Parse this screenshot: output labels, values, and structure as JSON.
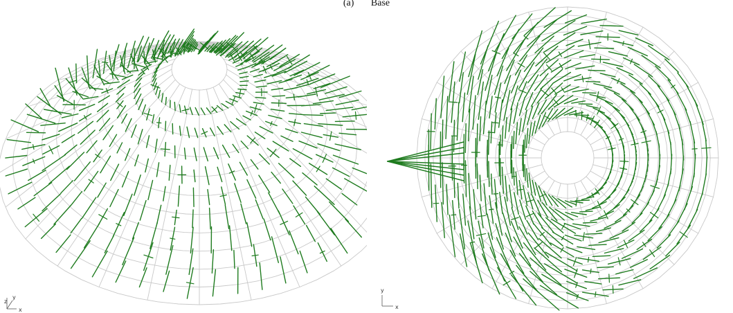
{
  "caption": "(a)       Base",
  "colors": {
    "mesh": "#c8c8c8",
    "vector": "#1e7b1e",
    "background": "#ffffff",
    "axes": "#555555"
  },
  "left_view": {
    "axis_labels": {
      "x": "x",
      "y": "y",
      "z": "z"
    }
  },
  "right_view": {
    "axis_labels": {
      "x": "x",
      "y": "y"
    }
  }
}
